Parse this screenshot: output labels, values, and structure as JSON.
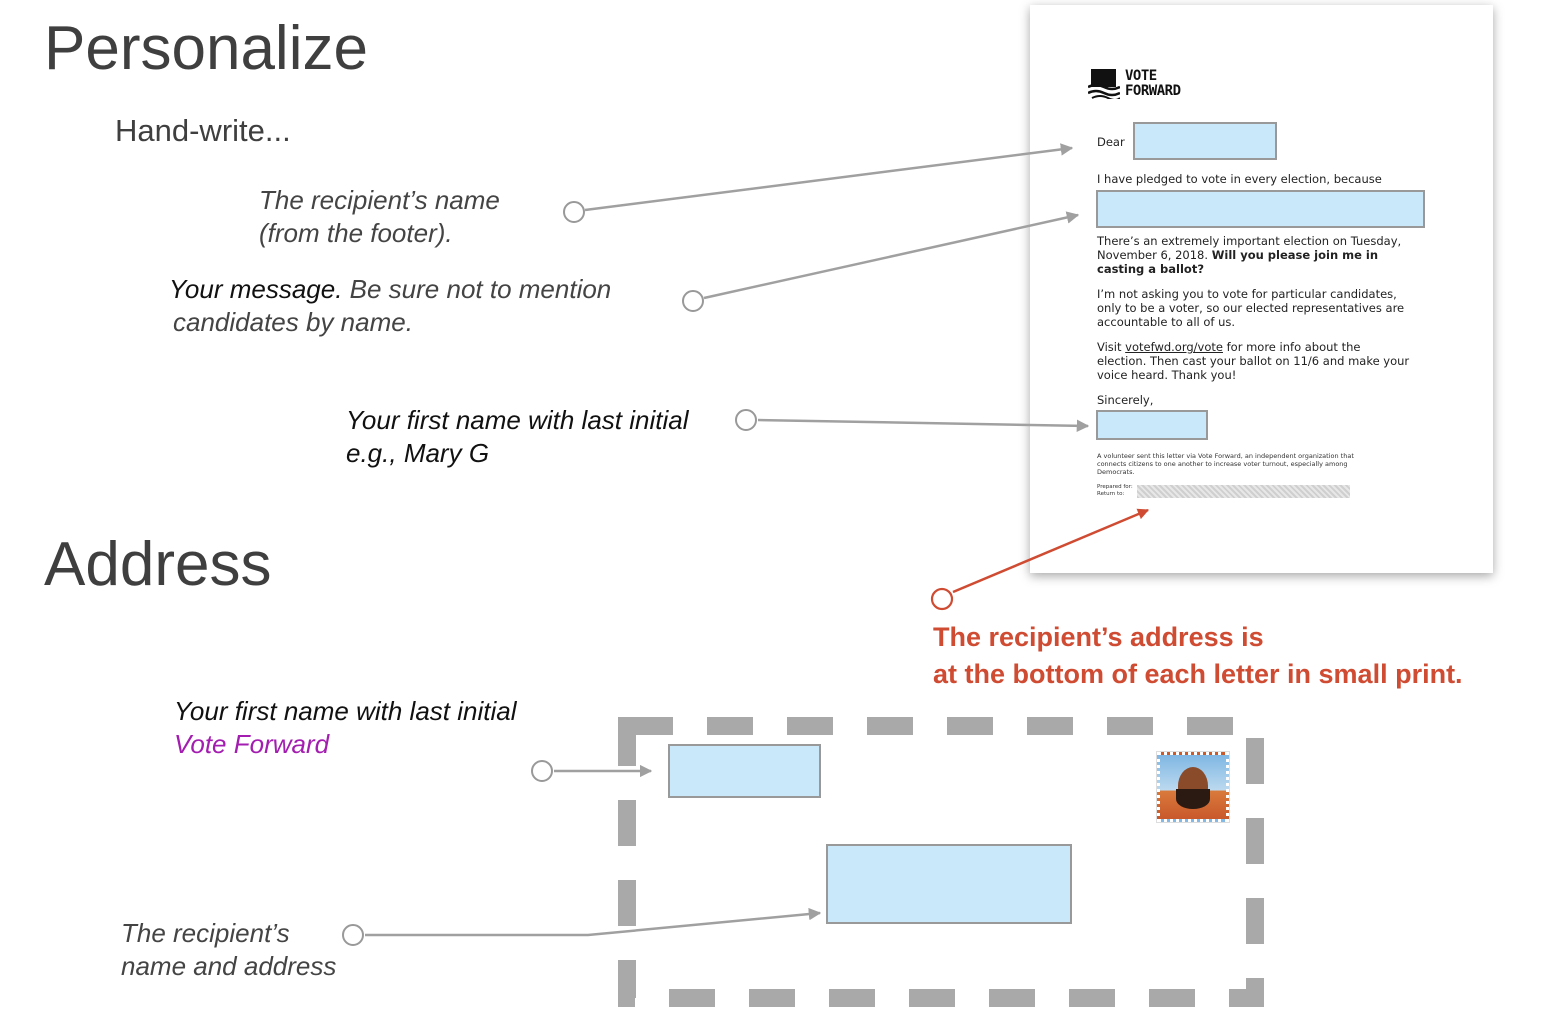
{
  "headings": {
    "personalize": "Personalize",
    "address": "Address"
  },
  "subhead": "Hand-write...",
  "notes": {
    "recipient_name_line1": "The recipient’s name",
    "recipient_name_line2": "(from the footer).",
    "message_lead": "Your message.",
    "message_rest": " Be sure not to mention",
    "message_line2": "candidates by name.",
    "signature_line1": "Your first name with last initial",
    "signature_line2": "e.g., Mary G",
    "return_line1": "Your first name with last initial",
    "return_line2": "Vote Forward",
    "addressee_line1": "The recipient’s",
    "addressee_line2": "name and address",
    "red_line1": "The recipient’s address is",
    "red_line2": "at the bottom of each letter in small print."
  },
  "letter": {
    "logo_line1": "VOTE",
    "logo_line2": "FORWARD",
    "dear": "Dear",
    "pledge": "I have pledged to vote in every election, because",
    "election_1": "There’s an extremely important election on Tuesday,",
    "election_2a": "November 6, 2018. ",
    "election_2b": "Will you please join me in",
    "election_3": "casting a ballot?",
    "notasking_1": "I’m not asking you to vote for particular candidates,",
    "notasking_2": "only to be a voter, so our elected representatives are",
    "notasking_3": "accountable to all of us.",
    "visit_a": "Visit ",
    "visit_link": "votefwd.org/vote",
    "visit_b": " for more info about the",
    "visit_2": "election. Then cast your ballot on 11/6 and make your",
    "visit_3": "voice heard. Thank you!",
    "sincerely": "Sincerely,",
    "footer_1": "A volunteer sent this letter via Vote Forward, an independent organization that",
    "footer_2": "connects citizens to one another to increase voter turnout, especially among",
    "footer_3": "Democrats.",
    "prepared_for": "Prepared for:",
    "return_to": "Return to:"
  },
  "colors": {
    "box_fill": "#c9e9fb",
    "connector": "#a0a0a0",
    "accent_red": "#cf4b32",
    "accent_purple": "#a31db0"
  }
}
